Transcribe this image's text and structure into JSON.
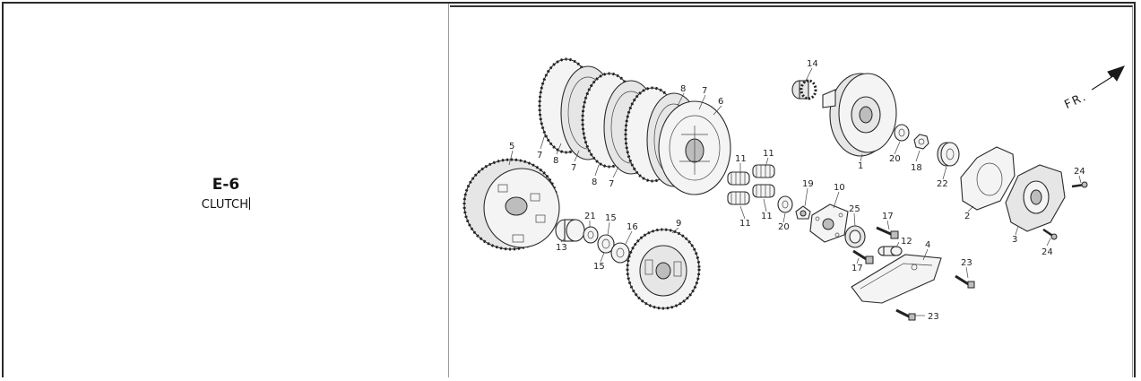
{
  "section": {
    "code": "E-6",
    "title": "CLUTCH"
  },
  "diagram": {
    "direction_label": "FR.",
    "callouts": [
      {
        "id": "c14",
        "label": "14"
      },
      {
        "id": "c8a",
        "label": "8"
      },
      {
        "id": "c7a",
        "label": "7"
      },
      {
        "id": "c6",
        "label": "6"
      },
      {
        "id": "c5",
        "label": "5"
      },
      {
        "id": "c7b",
        "label": "7"
      },
      {
        "id": "c8b",
        "label": "8"
      },
      {
        "id": "c7c",
        "label": "7"
      },
      {
        "id": "c8c",
        "label": "8"
      },
      {
        "id": "c7d",
        "label": "7"
      },
      {
        "id": "c11a",
        "label": "11"
      },
      {
        "id": "c11b",
        "label": "11"
      },
      {
        "id": "c11c",
        "label": "11"
      },
      {
        "id": "c11d",
        "label": "11"
      },
      {
        "id": "c1",
        "label": "1"
      },
      {
        "id": "c20a",
        "label": "20"
      },
      {
        "id": "c18",
        "label": "18"
      },
      {
        "id": "c22",
        "label": "22"
      },
      {
        "id": "c24a",
        "label": "24"
      },
      {
        "id": "c2",
        "label": "2"
      },
      {
        "id": "c3",
        "label": "3"
      },
      {
        "id": "c24b",
        "label": "24"
      },
      {
        "id": "c19",
        "label": "19"
      },
      {
        "id": "c10",
        "label": "10"
      },
      {
        "id": "c20b",
        "label": "20"
      },
      {
        "id": "c25",
        "label": "25"
      },
      {
        "id": "c17a",
        "label": "17"
      },
      {
        "id": "c12",
        "label": "12"
      },
      {
        "id": "c17b",
        "label": "17"
      },
      {
        "id": "c4",
        "label": "4"
      },
      {
        "id": "c23a",
        "label": "23"
      },
      {
        "id": "c23b",
        "label": "23"
      },
      {
        "id": "c21",
        "label": "21"
      },
      {
        "id": "c15a",
        "label": "15"
      },
      {
        "id": "c16",
        "label": "16"
      },
      {
        "id": "c15b",
        "label": "15"
      },
      {
        "id": "c13",
        "label": "13"
      },
      {
        "id": "c9",
        "label": "9"
      }
    ]
  }
}
